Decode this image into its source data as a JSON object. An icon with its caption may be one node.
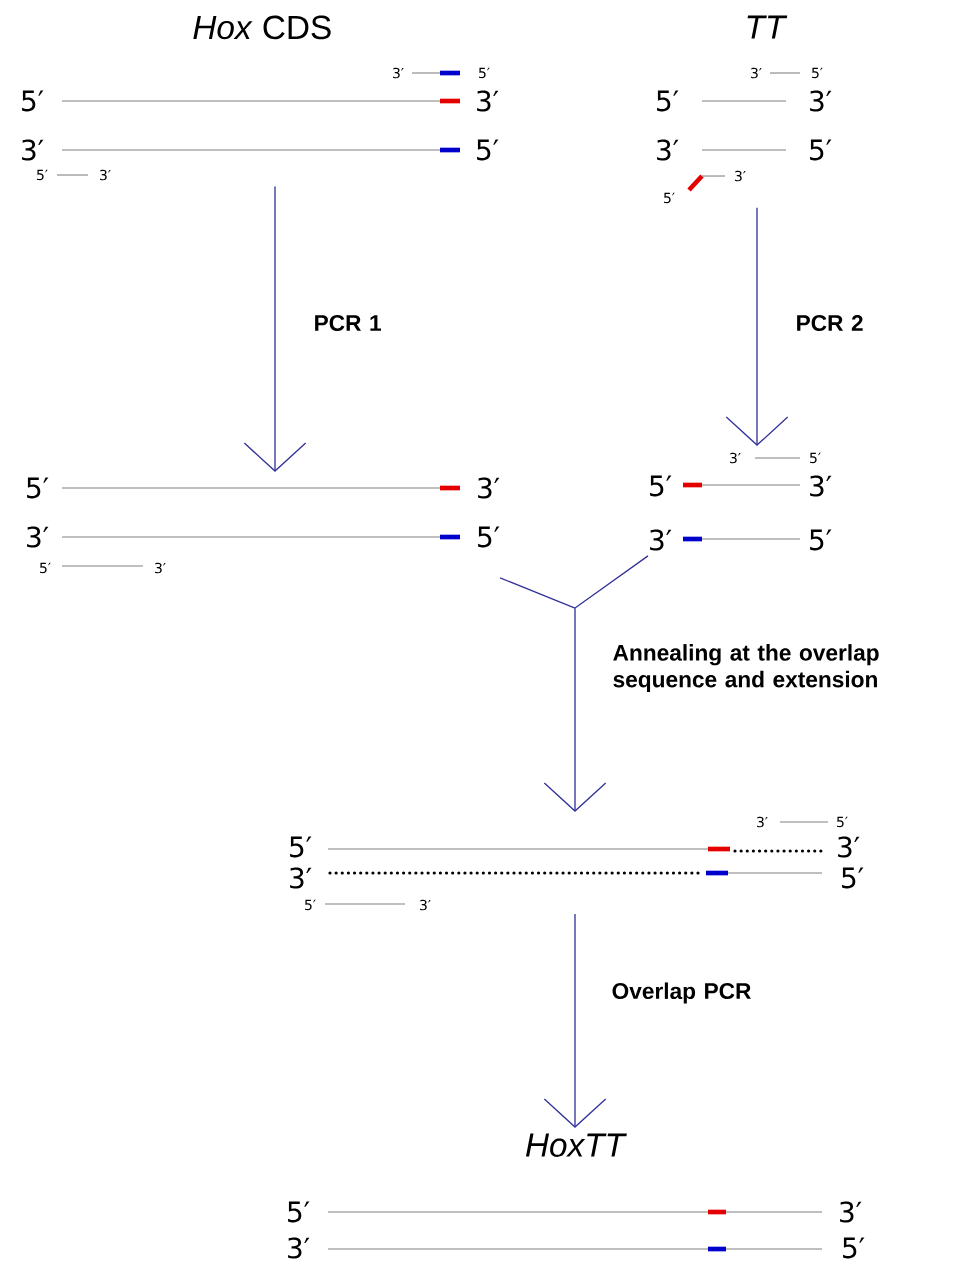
{
  "diagram": {
    "nodes": [
      {
        "text": [
          "*Hox* CDS"
        ]
      },
      {
        "text": [
          "TT"
        ]
      },
      {
        "text": [],
        "shape": "picture"
      },
      {
        "text": [],
        "shape": "picture"
      },
      {
        "text": [],
        "shape": "picture"
      },
      {
        "text": [
          "HoxTT"
        ]
      }
    ],
    "edges": [
      {
        "from": 0,
        "to": 2,
        "arrow": "to",
        "label": "PCR 1"
      },
      {
        "from": 1,
        "to": 3,
        "arrow": "to",
        "label": "PCR 2"
      },
      {
        "from": 2,
        "to": 4,
        "arrow": "to",
        "label": "Annealing at the overlap sequence and extension"
      },
      {
        "from": 3,
        "to": 4,
        "arrow": "to"
      },
      {
        "from": 4,
        "to": 5,
        "arrow": "to",
        "label": "Overlap PCR"
      }
    ],
    "labels": [
      "3′",
      "5′",
      "5′",
      "3′",
      "3′",
      "5′",
      "5′",
      "3′",
      "3′",
      "5′",
      "5′",
      "3′",
      "3′",
      "5′",
      "3′",
      "5′",
      "5′",
      "3′",
      "3′",
      "5′",
      "5′",
      "3′",
      "3′",
      "5′",
      "5′",
      "3′",
      "3′",
      "5′",
      "3′",
      "5′",
      "5′",
      "3′",
      "3′",
      "5′",
      "5′",
      "3′",
      "5′",
      "3′",
      "3′",
      "5′"
    ]
  }
}
